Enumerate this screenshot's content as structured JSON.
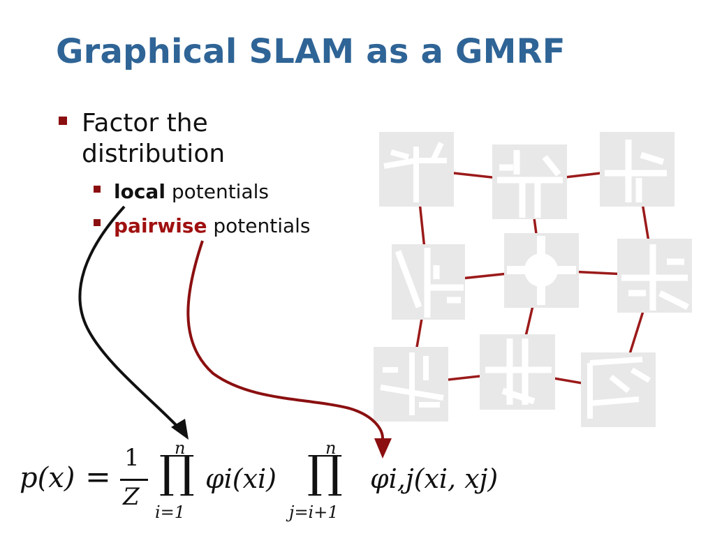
{
  "slide": {
    "title": "Graphical SLAM as a GMRF",
    "bullet_main": "Factor the distribution",
    "sub_bullets": [
      {
        "bold": "local",
        "rest": " potentials"
      },
      {
        "bold": "pairwise",
        "rest": " potentials"
      }
    ]
  },
  "colors": {
    "title": "#2f6496",
    "bullet": "#8b0f10",
    "pairwise": "#a01010",
    "edge": "#9b1a1a",
    "node_bg": "#e9e9e9"
  },
  "diagram": {
    "nodes": [
      "map-1",
      "map-2",
      "map-3",
      "map-4",
      "map-5",
      "map-6",
      "map-7",
      "map-8",
      "map-9"
    ],
    "edges": [
      [
        "map-1",
        "map-2"
      ],
      [
        "map-2",
        "map-3"
      ],
      [
        "map-1",
        "map-4"
      ],
      [
        "map-2",
        "map-5"
      ],
      [
        "map-3",
        "map-6"
      ],
      [
        "map-4",
        "map-5"
      ],
      [
        "map-5",
        "map-6"
      ],
      [
        "map-4",
        "map-7"
      ],
      [
        "map-5",
        "map-8"
      ],
      [
        "map-6",
        "map-9"
      ],
      [
        "map-7",
        "map-8"
      ],
      [
        "map-8",
        "map-9"
      ]
    ]
  },
  "formula": {
    "lhs": "p(x)",
    "eq": "=",
    "frac_num": "1",
    "frac_den": "Z",
    "prod1_top": "n",
    "prod1_bottom": "i=1",
    "term1": "φi(xi)",
    "prod2_top": "n",
    "prod2_bottom": "j=i+1",
    "term2": "φi,j(xi, xj)"
  }
}
